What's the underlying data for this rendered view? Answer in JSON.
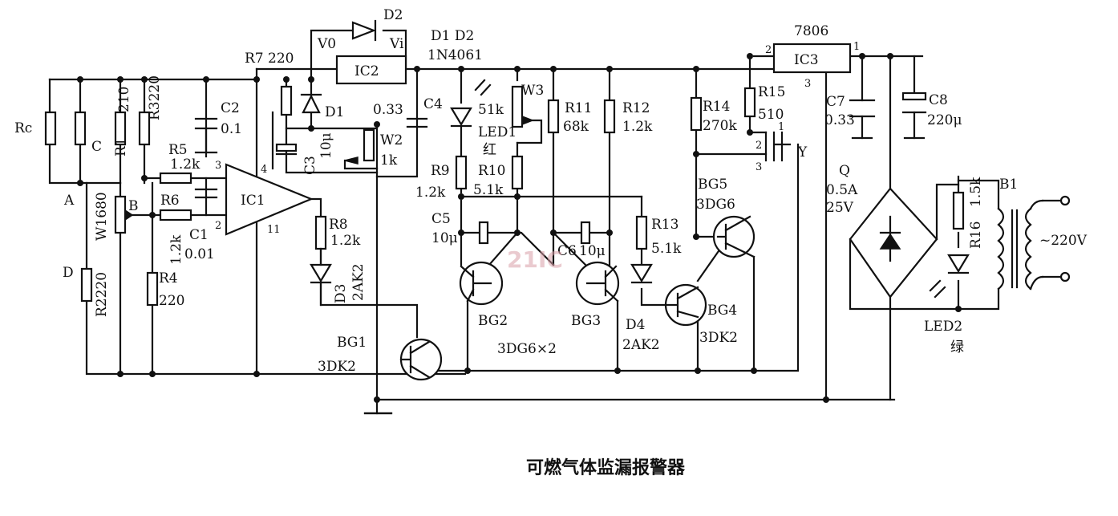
{
  "title": "可燃气体监漏报警器",
  "watermark": "21IC",
  "colors": {
    "ink": "#111111",
    "background": "#ffffff",
    "watermark": "#d9a0a8"
  },
  "labels": {
    "Rc": "Rc",
    "C": "C",
    "R1": "R1",
    "R1v": "210",
    "R3": "R3220",
    "R2": "R2220",
    "W1": "W1680",
    "A": "A",
    "B": "B",
    "D": "D",
    "R5": "R5",
    "R5v": "1.2k",
    "R6": "R6",
    "R6v": "1.2k",
    "C1": "C1",
    "C1v": "0.01",
    "C2": "C2",
    "C2v": "0.1",
    "R4": "R4",
    "R4v": "220",
    "R7": "R7 220",
    "V0": "V0",
    "Vi": "Vi",
    "IC2": "IC2",
    "D1": "D1",
    "C3": "C3",
    "C3v": "10μ",
    "W2": "W2",
    "W2v": "1k",
    "C4v": "0.33",
    "C4": "C4",
    "IC1": "IC1",
    "pin4": "4",
    "pin11": "11",
    "pin3": "3",
    "pin2": "2",
    "R8": "R8",
    "R8v": "1.2k",
    "D3": "D3",
    "D3v": "2AK2",
    "BG1": "BG1",
    "BG1v": "3DK2",
    "D1D2": "D1 D2",
    "in4061": "1N4061",
    "D2top": "D2",
    "W3": "W3",
    "W3v": "51k",
    "LED1": "LED1",
    "LED1c": "红",
    "R9": "R9",
    "R9v": "1.2k",
    "R10": "R10",
    "R10v": "5.1k",
    "R11": "R11",
    "R11v": "68k",
    "R12": "R12",
    "R12v": "1.2k",
    "C5": "C5",
    "C5v": "10μ",
    "C6": "C6",
    "C6v": "10μ",
    "BG2": "BG2",
    "BG3": "BG3",
    "BG23v": "3DG6×2",
    "R13": "R13",
    "R13v": "5.1k",
    "D4": "D4",
    "D4v": "2AK2",
    "BG4": "BG4",
    "BG4v": "3DK2",
    "R14": "R14",
    "R14v": "270k",
    "R15": "R15",
    "R15v": "510",
    "BG5": "BG5",
    "BG5v": "3DG6",
    "Y": "Y",
    "p1": "1",
    "p2": "2",
    "p3": "3",
    "IC3top": "7806",
    "IC3": "IC3",
    "ic3p2": "2",
    "ic3p1": "1",
    "ic3p3": "3",
    "C7": "C7",
    "C7v": "0.33",
    "C8": "C8",
    "C8v": "220μ",
    "Q": "Q",
    "Qv1": "0.5A",
    "Qv2": "25V",
    "R16": "R16",
    "R16v": "1.5k",
    "B1": "B1",
    "ac": "~220V",
    "LED2": "LED2",
    "LED2c": "绿"
  }
}
